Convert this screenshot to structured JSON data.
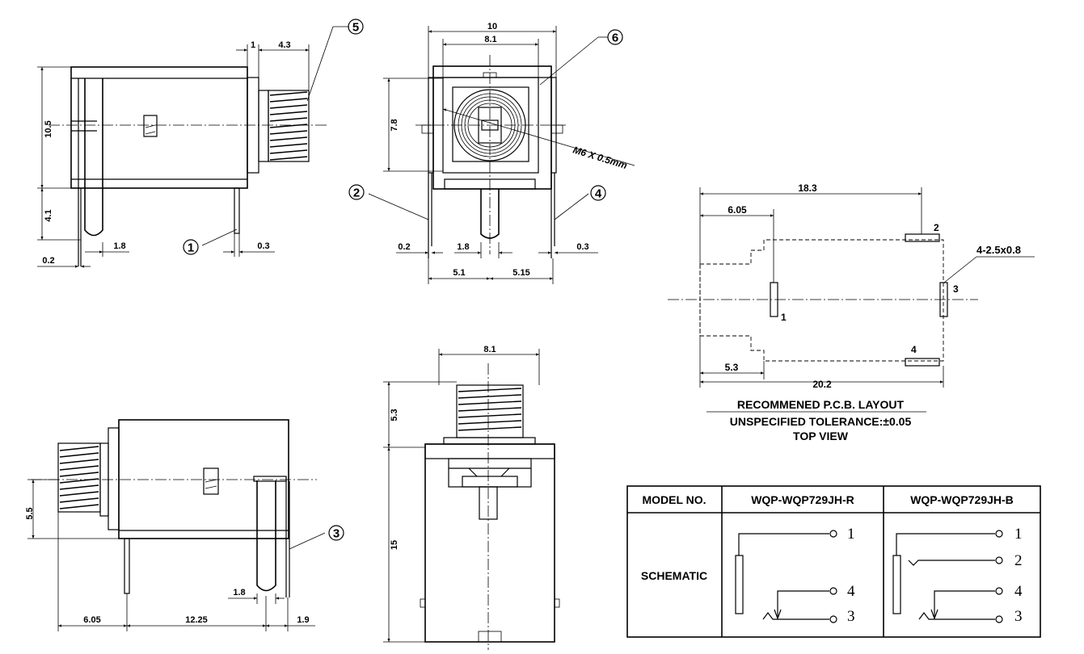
{
  "side_view": {
    "dims": {
      "d1": "1",
      "d43": "4.3",
      "d105": "10.5",
      "d41": "4.1",
      "d18": "1.8",
      "d03": "0.3",
      "d02": "0.2"
    },
    "callouts": {
      "c5": "5",
      "c1": "1"
    }
  },
  "front_view": {
    "dims": {
      "d10": "10",
      "d81": "8.1",
      "d78": "7.8",
      "thread": "M6 X 0.5mm",
      "d02": "0.2",
      "d18": "1.8",
      "d03": "0.3",
      "d51": "5.1",
      "d515": "5.15"
    },
    "callouts": {
      "c6": "6",
      "c2": "2",
      "c4": "4"
    }
  },
  "bottom_left_view": {
    "dims": {
      "d55": "5.5",
      "d18": "1.8",
      "d605": "6.05",
      "d1225": "12.25",
      "d19": "1.9"
    },
    "callouts": {
      "c3": "3"
    }
  },
  "bottom_mid_view": {
    "dims": {
      "d81": "8.1",
      "d53": "5.3",
      "d15": "15"
    }
  },
  "pcb_layout": {
    "dims": {
      "d183": "18.3",
      "d605": "6.05",
      "d53": "5.3",
      "d202": "20.2",
      "pads": "4-2.5x0.8"
    },
    "pads": {
      "p1": "1",
      "p2": "2",
      "p3": "3",
      "p4": "4"
    },
    "title": "RECOMMENED P.C.B. LAYOUT",
    "tolerance": "UNSPECIFIED TOLERANCE:±0.05",
    "view": "TOP VIEW"
  },
  "model_table": {
    "header": [
      "MODEL NO.",
      "WQP-WQP729JH-R",
      "WQP-WQP729JH-B"
    ],
    "row_label": "SCHEMATIC",
    "schem_r": {
      "t1": "1",
      "t4": "4",
      "t3": "3"
    },
    "schem_b": {
      "t1": "1",
      "t2": "2",
      "t4": "4",
      "t3": "3"
    }
  }
}
